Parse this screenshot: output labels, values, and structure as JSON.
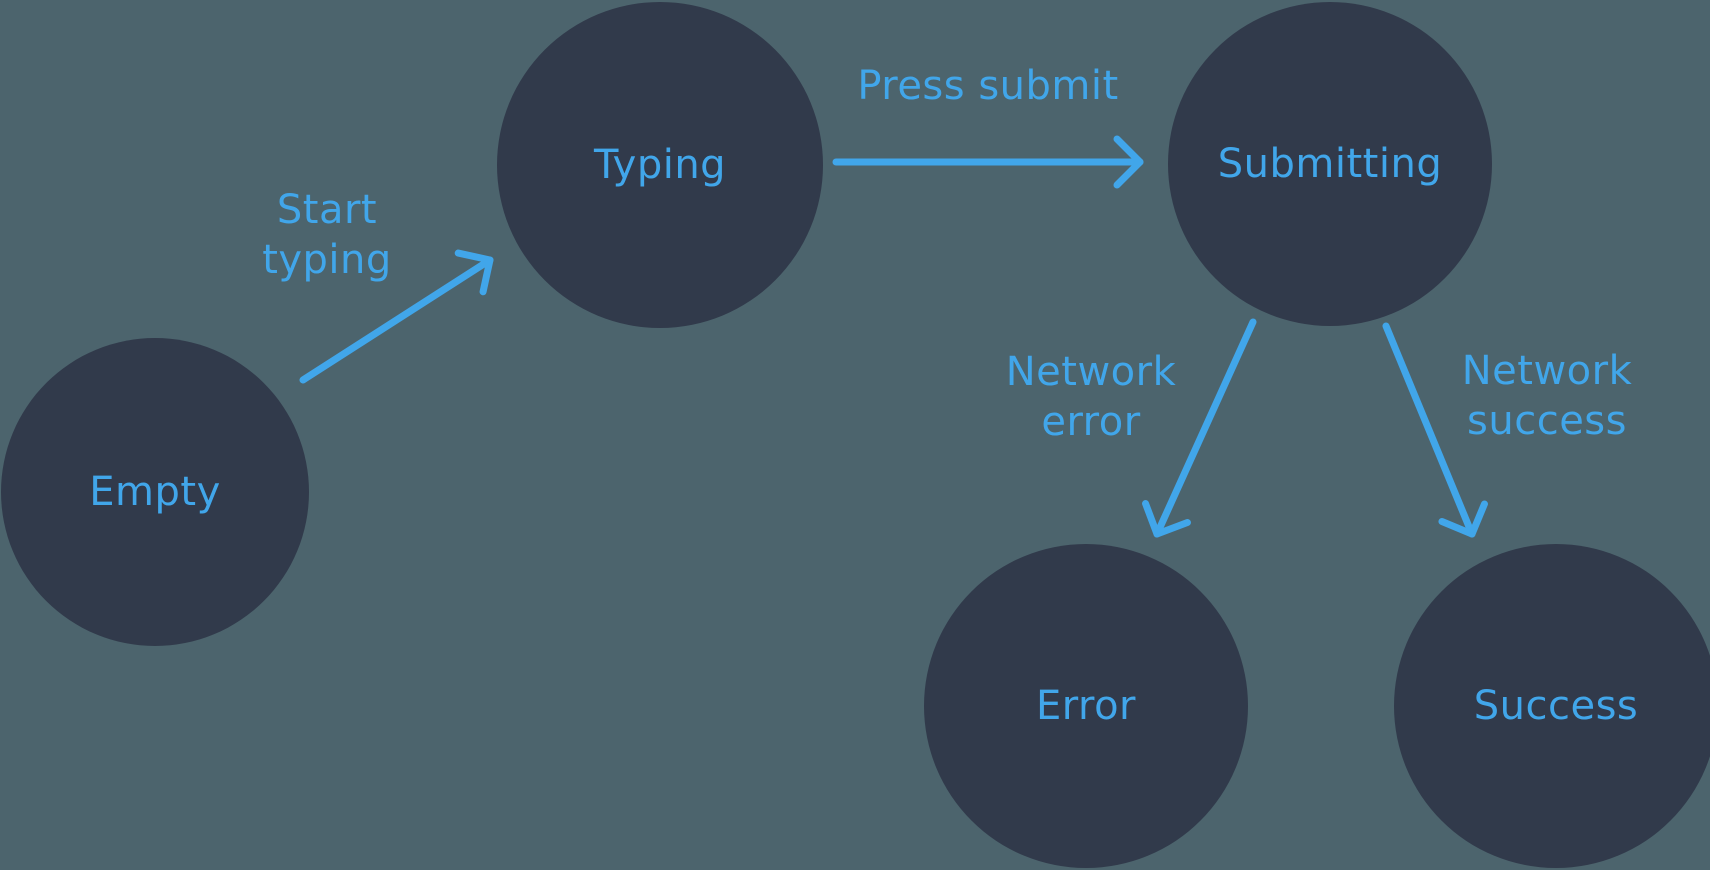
{
  "canvas": {
    "colors": {
      "background": "#4c646d",
      "node-fill": "#313a4b",
      "accent": "#41a6ea"
    }
  },
  "diagram": {
    "type": "state-machine",
    "nodes": [
      {
        "id": "empty",
        "label": "Empty"
      },
      {
        "id": "typing",
        "label": "Typing"
      },
      {
        "id": "submitting",
        "label": "Submitting"
      },
      {
        "id": "error",
        "label": "Error"
      },
      {
        "id": "success",
        "label": "Success"
      }
    ],
    "edges": [
      {
        "from": "empty",
        "to": "typing",
        "label": "Start typing"
      },
      {
        "from": "typing",
        "to": "submitting",
        "label": "Press submit"
      },
      {
        "from": "submitting",
        "to": "error",
        "label": "Network error"
      },
      {
        "from": "submitting",
        "to": "success",
        "label": "Network success"
      }
    ]
  }
}
